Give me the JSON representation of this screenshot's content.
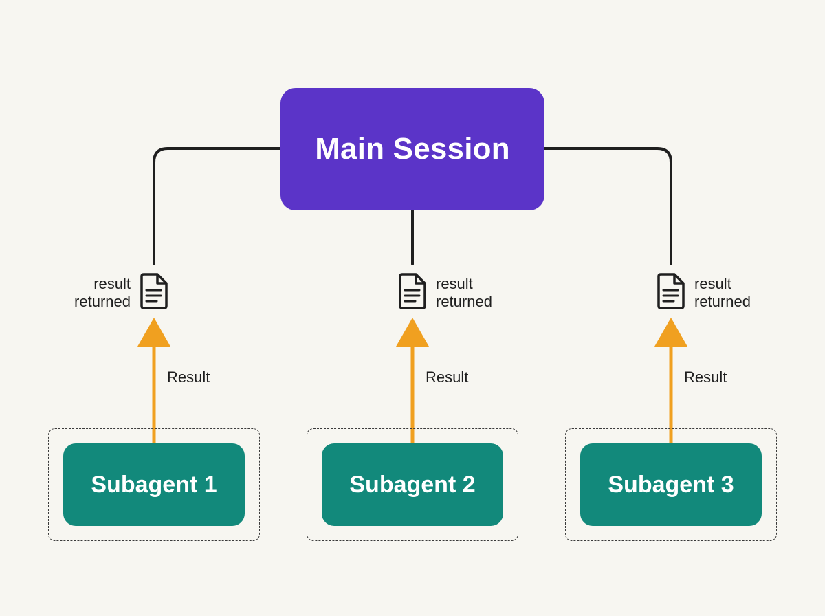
{
  "main_session": {
    "label": "Main Session",
    "color": "#5b34c8"
  },
  "subagents": [
    {
      "label": "Subagent 1",
      "result_label": "Result",
      "status_line1": "result",
      "status_line2": "returned"
    },
    {
      "label": "Subagent 2",
      "result_label": "Result",
      "status_line1": "result",
      "status_line2": "returned"
    },
    {
      "label": "Subagent 3",
      "result_label": "Result",
      "status_line1": "result",
      "status_line2": "returned"
    }
  ],
  "colors": {
    "subagent": "#12897b",
    "result_arrow": "#f0a020",
    "connector": "#1f1f1f",
    "background": "#f7f6f1"
  },
  "icons": {
    "status": "document-icon",
    "arrow": "arrow-up-icon"
  }
}
